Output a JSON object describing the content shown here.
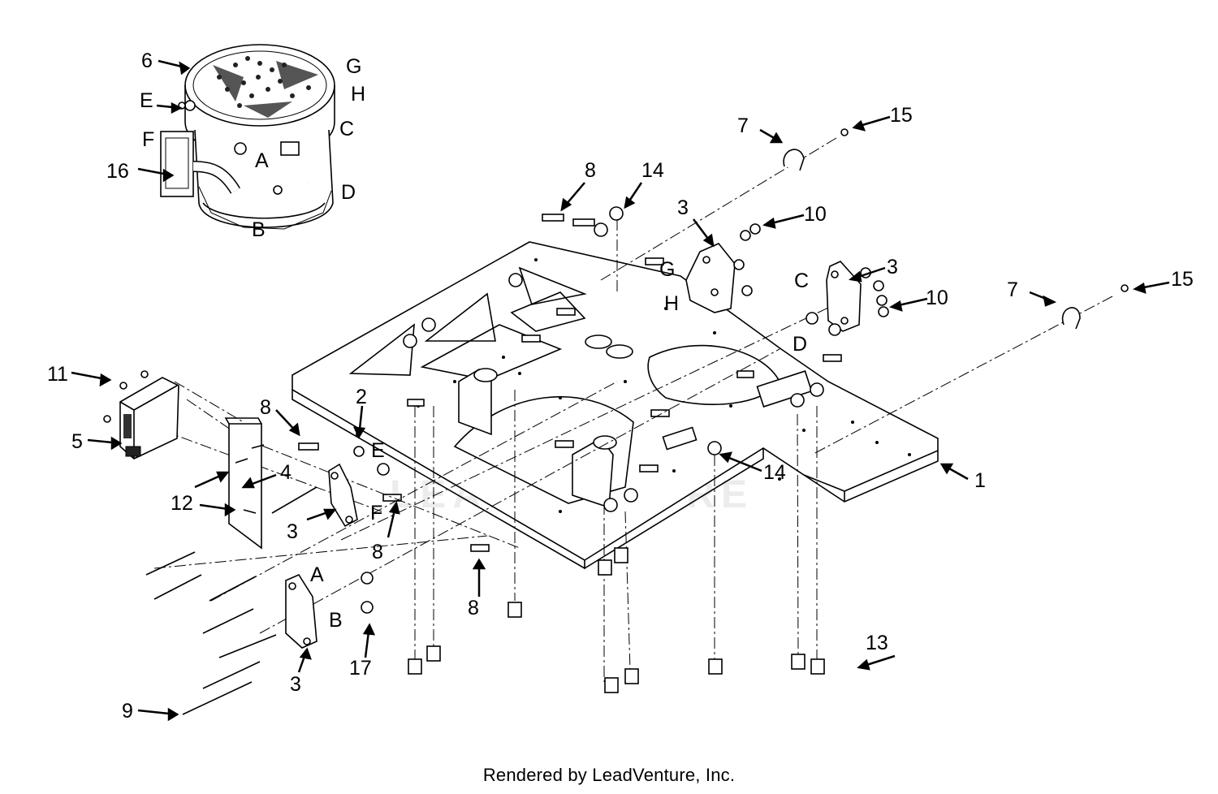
{
  "diagram": {
    "watermark": "LEADVENTURE",
    "footer": "Rendered by LeadVenture, Inc.",
    "callouts": [
      {
        "id": "c6",
        "text": "6"
      },
      {
        "id": "cE1",
        "text": "E"
      },
      {
        "id": "cF1",
        "text": "F"
      },
      {
        "id": "c16",
        "text": "16"
      },
      {
        "id": "cG1",
        "text": "G"
      },
      {
        "id": "cH1",
        "text": "H"
      },
      {
        "id": "cC1",
        "text": "C"
      },
      {
        "id": "cA1",
        "text": "A"
      },
      {
        "id": "cD1",
        "text": "D"
      },
      {
        "id": "cB1",
        "text": "B"
      },
      {
        "id": "c7a",
        "text": "7"
      },
      {
        "id": "c15a",
        "text": "15"
      },
      {
        "id": "c8a",
        "text": "8"
      },
      {
        "id": "c14a",
        "text": "14"
      },
      {
        "id": "c3a",
        "text": "3"
      },
      {
        "id": "c10a",
        "text": "10"
      },
      {
        "id": "cG2",
        "text": "G"
      },
      {
        "id": "cH2",
        "text": "H"
      },
      {
        "id": "cC2",
        "text": "C"
      },
      {
        "id": "c3b",
        "text": "3"
      },
      {
        "id": "c10b",
        "text": "10"
      },
      {
        "id": "cD2",
        "text": "D"
      },
      {
        "id": "c7b",
        "text": "7"
      },
      {
        "id": "c15b",
        "text": "15"
      },
      {
        "id": "c11",
        "text": "11"
      },
      {
        "id": "c5",
        "text": "5"
      },
      {
        "id": "c8b",
        "text": "8"
      },
      {
        "id": "c2",
        "text": "2"
      },
      {
        "id": "cE2",
        "text": "E"
      },
      {
        "id": "c4",
        "text": "4"
      },
      {
        "id": "c12",
        "text": "12"
      },
      {
        "id": "c3c",
        "text": "3"
      },
      {
        "id": "cF2",
        "text": "F"
      },
      {
        "id": "c8c",
        "text": "8"
      },
      {
        "id": "c14b",
        "text": "14"
      },
      {
        "id": "c1",
        "text": "1"
      },
      {
        "id": "c8d",
        "text": "8"
      },
      {
        "id": "cA2",
        "text": "A"
      },
      {
        "id": "cB2",
        "text": "B"
      },
      {
        "id": "c17",
        "text": "17"
      },
      {
        "id": "c3d",
        "text": "3"
      },
      {
        "id": "c9",
        "text": "9"
      },
      {
        "id": "c13",
        "text": "13"
      }
    ]
  }
}
